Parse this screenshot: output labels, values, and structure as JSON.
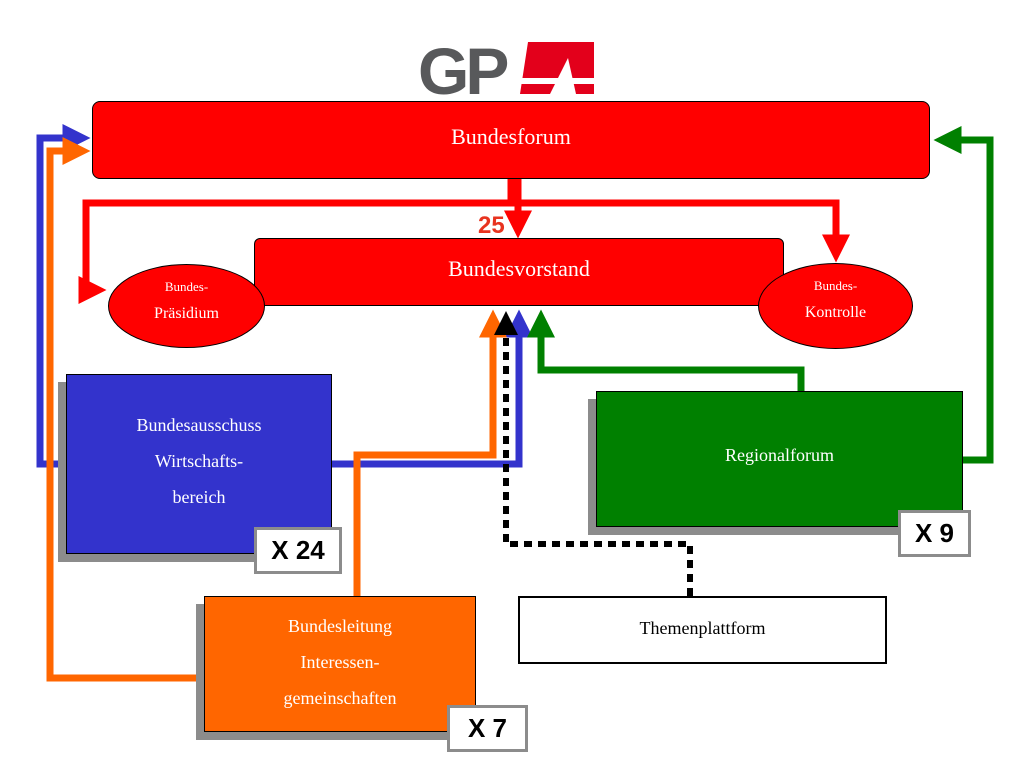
{
  "logo": {
    "text": "GPA",
    "brand_gray": "#58595b",
    "brand_red": "#e3001b"
  },
  "nodes": {
    "bundesforum": "Bundesforum",
    "bundesvorstand": "Bundesvorstand",
    "praesidium": {
      "small": "Bundes-",
      "main": "Präsidium"
    },
    "kontrolle": {
      "small": "Bundes-",
      "main": "Kontrolle"
    },
    "ausschuss": [
      "Bundesausschuss",
      "Wirtschafts-",
      "bereich"
    ],
    "regionalforum": "Regionalforum",
    "bundesleitung": [
      "Bundesleitung",
      "Interessen-",
      "gemeinschaften"
    ],
    "themenplattform": "Themenplattform"
  },
  "counts": {
    "ausschuss": "X 24",
    "regionalforum": "X 9",
    "bundesleitung": "X 7",
    "vorstand": "25"
  },
  "colors": {
    "red": "#ff0000",
    "blue": "#3333cc",
    "green": "#008000",
    "orange": "#ff6600",
    "shadow": "#8c8c8c"
  }
}
